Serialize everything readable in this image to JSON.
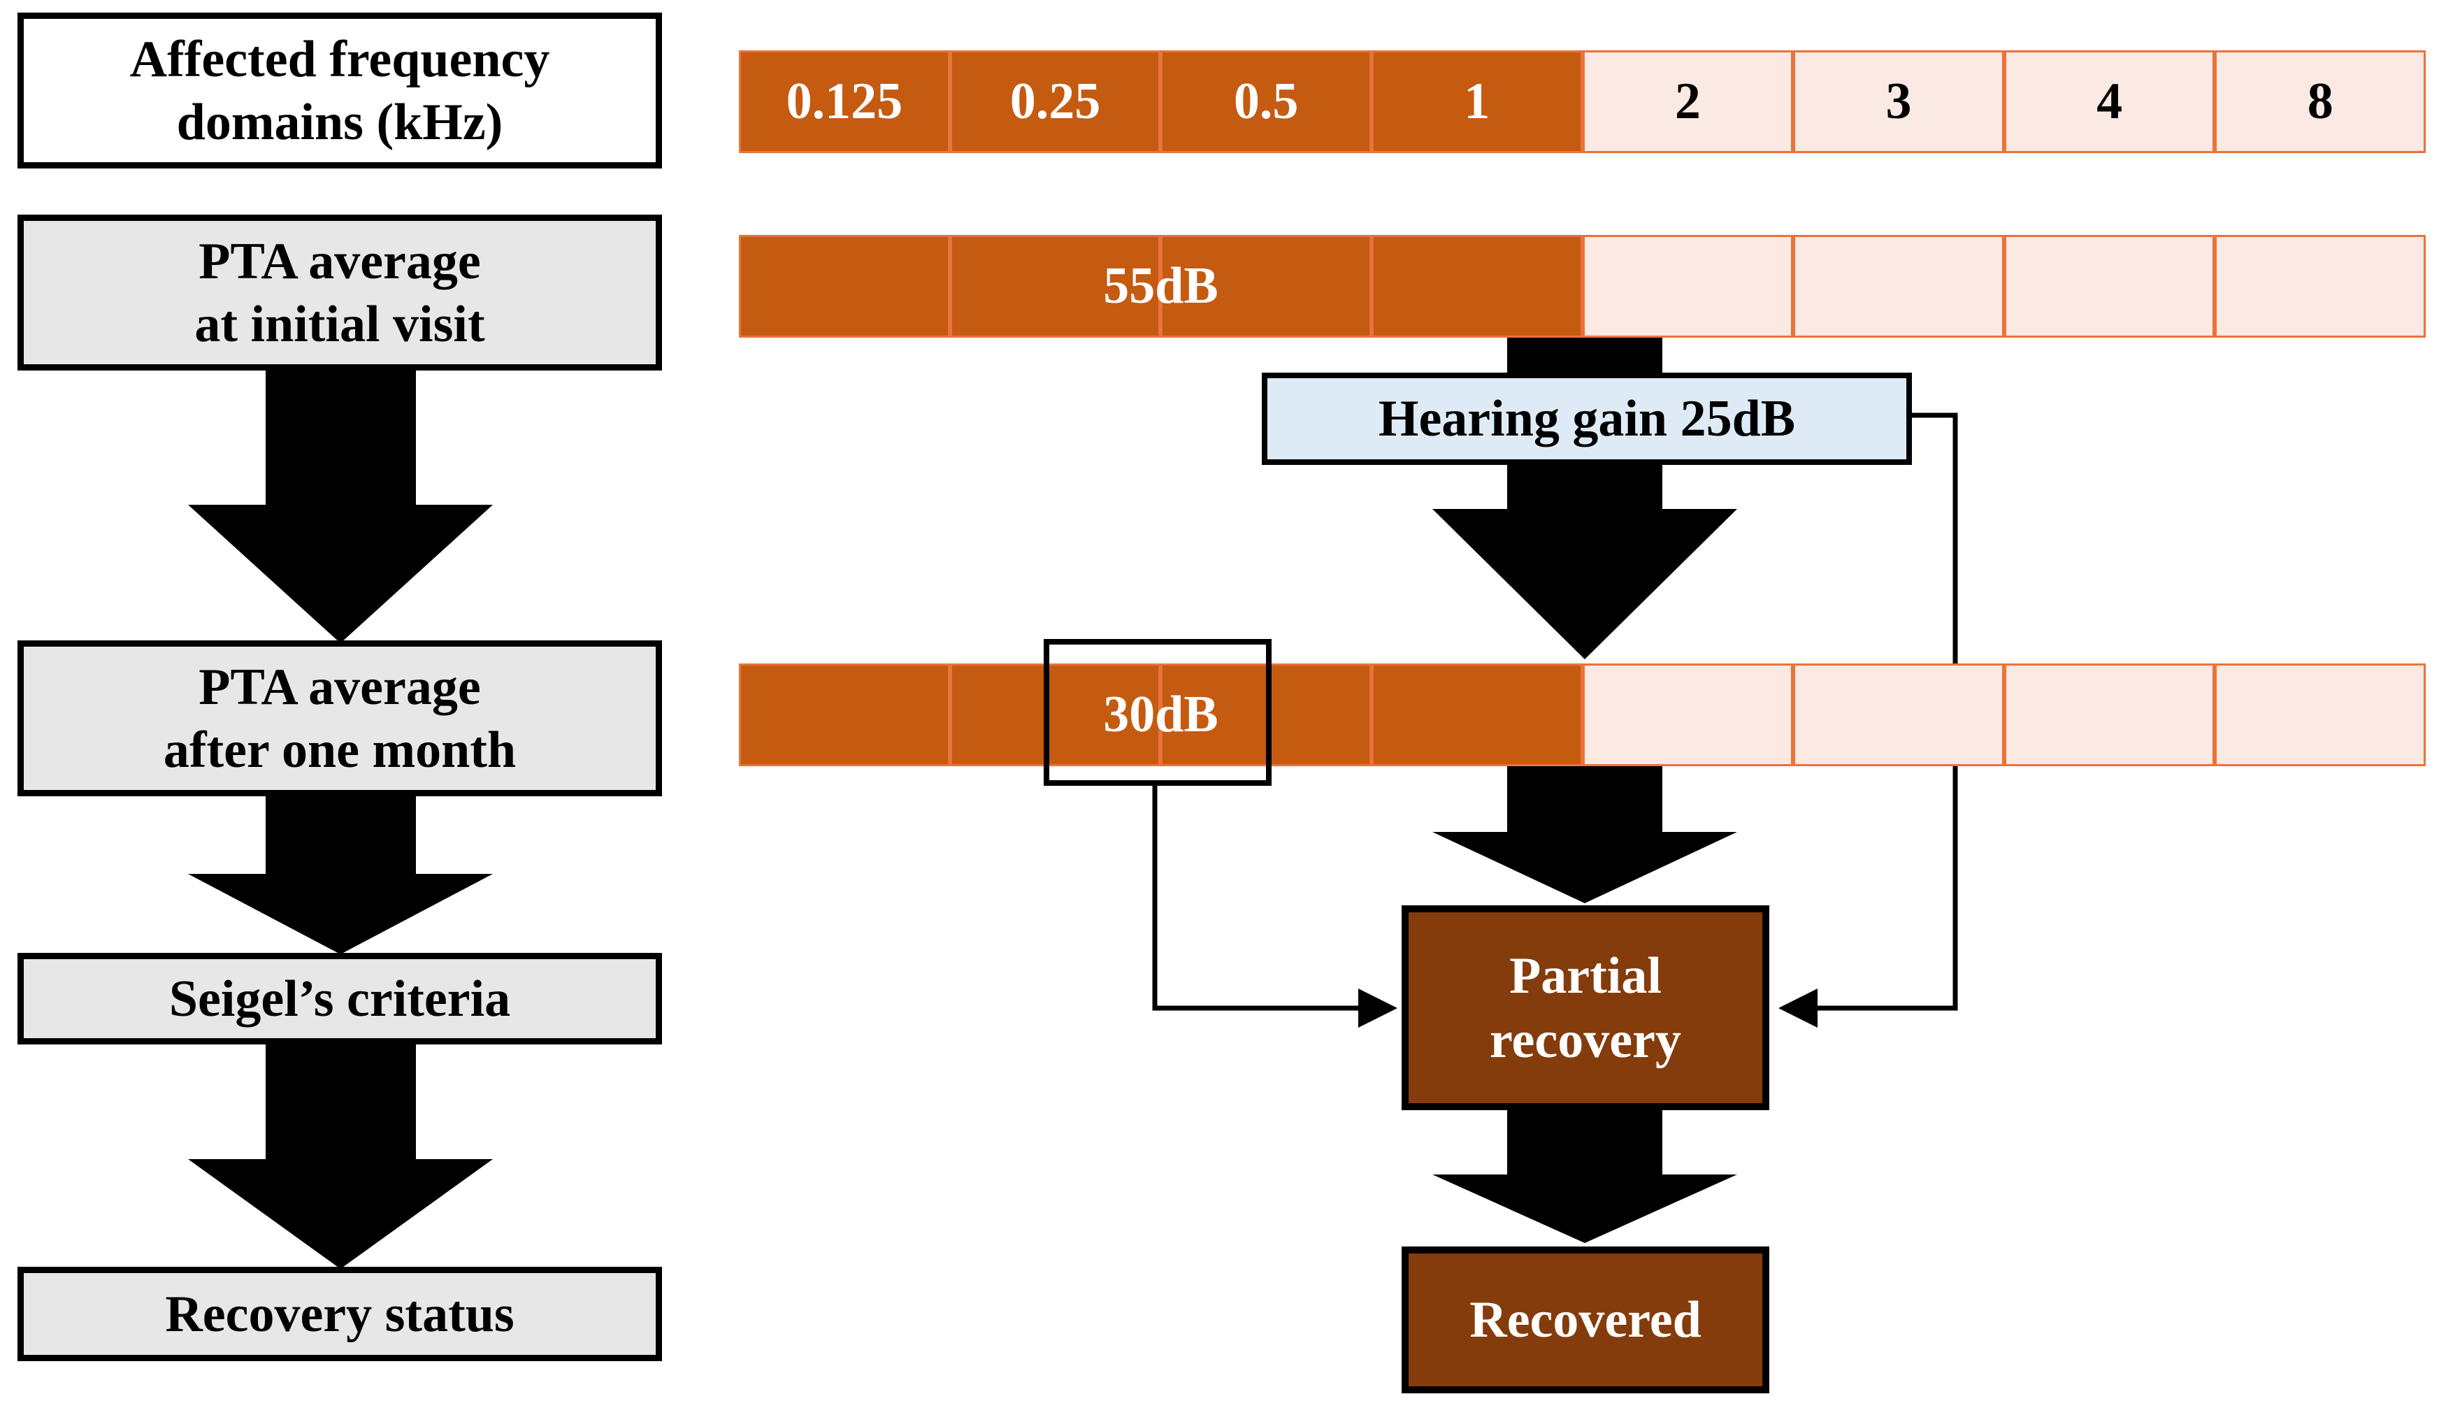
{
  "left_labels": {
    "frequency_domains": "Affected frequency\ndomains (kHz)",
    "pta_initial": "PTA average\nat initial visit",
    "pta_one_month": "PTA average\nafter one month",
    "criteria": "Seigel’s criteria",
    "recovery_status": "Recovery status"
  },
  "frequency_cells": [
    {
      "label": "0.125",
      "affected": true
    },
    {
      "label": "0.25",
      "affected": true
    },
    {
      "label": "0.5",
      "affected": true
    },
    {
      "label": "1",
      "affected": true
    },
    {
      "label": "2",
      "affected": false
    },
    {
      "label": "3",
      "affected": false
    },
    {
      "label": "4",
      "affected": false
    },
    {
      "label": "8",
      "affected": false
    }
  ],
  "pta_initial_value": "55dB",
  "hearing_gain": "Hearing gain 25dB",
  "pta_one_month_value": "30dB",
  "outcomes": {
    "partial": "Partial\nrecovery",
    "recovered": "Recovered"
  },
  "colors": {
    "affected": "#c55a11",
    "unaffected": "#fbe9e3",
    "cell_border": "#e9733a",
    "outcome": "#843c0c",
    "gain_box": "#deebf7",
    "left_box": "#e7e7e7"
  }
}
